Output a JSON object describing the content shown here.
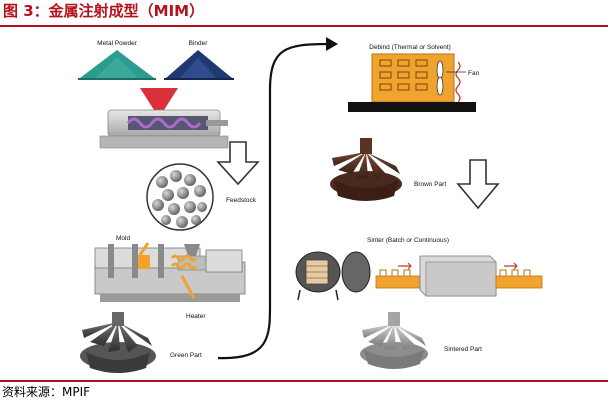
{
  "figure_title": "图 3：金属注射成型（MIM）",
  "labels": {
    "metal_powder": "Metal Powder",
    "binder": "Binder",
    "feedstock": "Feedstock",
    "mold": "Mold",
    "heater": "Heater",
    "green_part": "Green Part",
    "debind": "Debind (Thermal or Solvent)",
    "fan": "Fan",
    "brown_part": "Brown Part",
    "sinter": "Sinter (Batch or Continuous)",
    "sintered_part": "Sintered Part"
  },
  "source": "资料来源：MPIF",
  "colors": {
    "accent_red": "#b5121b",
    "powder_teal": "#2a9d8f",
    "binder_navy": "#1f3a73",
    "funnel_red": "#d9303c",
    "furnace_orange": "#f0a32e",
    "brown_part": "#5a3324",
    "machine_gray": "#c9c9c9"
  }
}
